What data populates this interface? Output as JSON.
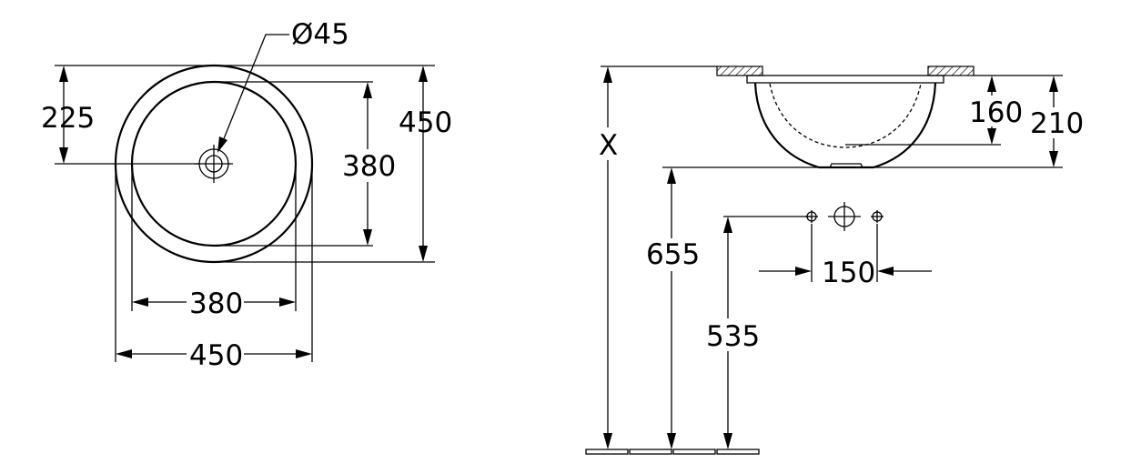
{
  "top_view": {
    "outer_diameter": "450",
    "inner_diameter": "380",
    "drain_diameter": "Ø45",
    "drain_offset": "225"
  },
  "side_view": {
    "height_x": "X",
    "install_height": "655",
    "bowl_depth": "160",
    "total_depth": "210",
    "tap_height": "535",
    "tap_spacing": "150"
  }
}
